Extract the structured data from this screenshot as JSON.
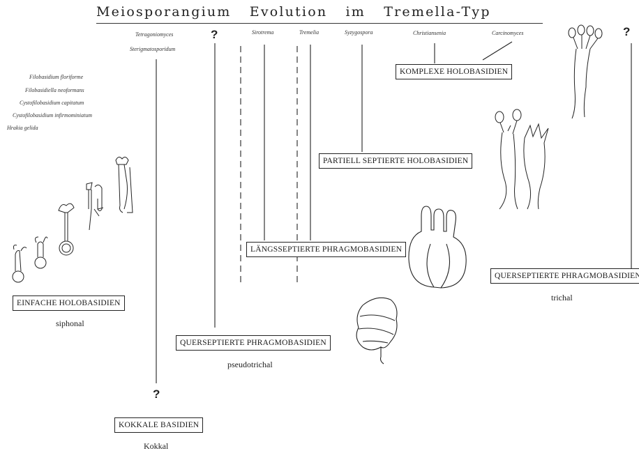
{
  "title": "Meiosporangium Evolution im Tremella-Typ",
  "taxa": {
    "tetragoniomyces": "Tetragoniomyces",
    "sterigmatosporidum": "Sterigmatosporidum",
    "sirotrema": "Sirotrema",
    "tremella": "Tremelia",
    "syzygospora": "Syzygospora",
    "christiansenia": "Christiansenia",
    "carcinomyces": "Carcinomyces",
    "filobasidium": "Filobasidium floriforme",
    "filobasidiella": "Filobasidiella neoformans",
    "cystofilo_capitatum": "Cystofilobasidium capitatum",
    "cystofilo_infirmo": "Cystofilobasidium infirmominiatum",
    "hrakia": "Hrakia gelida"
  },
  "question_mark": "?",
  "groups": {
    "einfache": {
      "label": "EINFACHE HOLOBASIDIEN",
      "sub": "siphonal"
    },
    "kokkale": {
      "label": "KOKKALE BASIDIEN",
      "sub": "Kokkal"
    },
    "quer_pseudo": {
      "label": "QUERSEPTIERTE PHRAGMOBASIDIEN",
      "sub": "pseudotrichal"
    },
    "laengs": {
      "label": "LÄNGSSEPTIERTE PHRAGMOBASIDIEN"
    },
    "partiell": {
      "label": "PARTIELL SEPTIERTE HOLOBASIDIEN"
    },
    "komplexe": {
      "label": "KOMPLEXE HOLOBASIDIEN"
    },
    "quer_trichal": {
      "label": "QUERSEPTIERTE PHRAGMOBASIDIEN",
      "sub": "trichal"
    }
  },
  "colors": {
    "ink": "#222222",
    "background": "#ffffff"
  }
}
